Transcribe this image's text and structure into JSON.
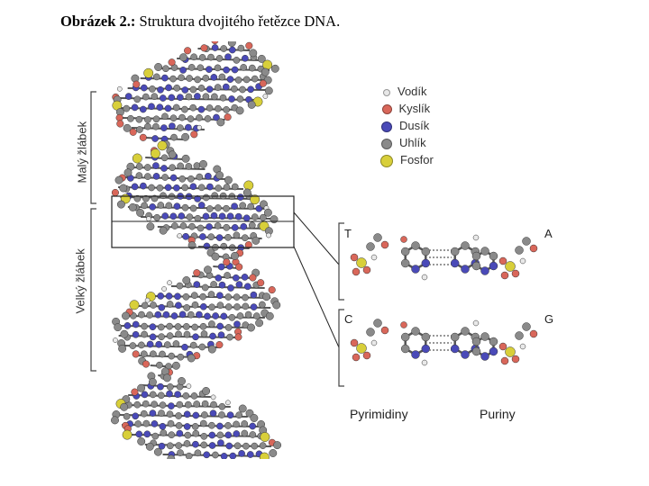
{
  "caption": {
    "label": "Obrázek 2.:",
    "text": " Struktura dvojitého řetězce DNA."
  },
  "grooves": {
    "minor": "Malý žlábek",
    "major": "Velký žlábek"
  },
  "legend": [
    {
      "label": "Vodík",
      "color": "#e8e8e8",
      "size": 6
    },
    {
      "label": "Kyslík",
      "color": "#d9675a",
      "size": 9
    },
    {
      "label": "Dusík",
      "color": "#4a4ab8",
      "size": 10
    },
    {
      "label": "Uhlík",
      "color": "#8a8a8a",
      "size": 10
    },
    {
      "label": "Fosfor",
      "color": "#d8cf3a",
      "size": 12
    }
  ],
  "pairs": [
    {
      "left": "T",
      "right": "A"
    },
    {
      "left": "C",
      "right": "G"
    }
  ],
  "classes": {
    "pyrimidines": "Pyrimidiny",
    "purines": "Puriny"
  },
  "colors": {
    "hydrogen": "#e8e8e8",
    "oxygen": "#d9675a",
    "nitrogen": "#4a4ab8",
    "carbon": "#8a8a8a",
    "phosphorus": "#d8cf3a",
    "bond": "#555555"
  }
}
